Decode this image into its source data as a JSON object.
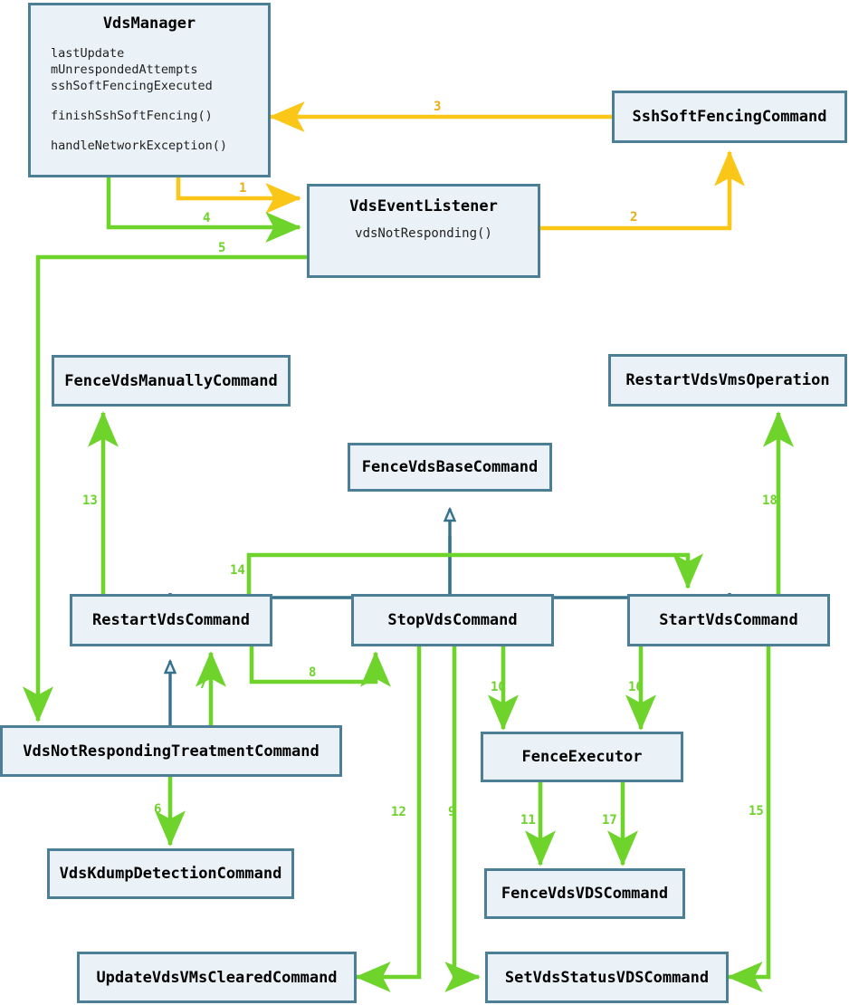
{
  "theme": {
    "box_fill": "#eaf2f7",
    "box_border": "#4c7f96",
    "flow_green": "#6ed32a",
    "flow_orange": "#fac618",
    "inherit_blue": "#36728c",
    "background": "#ffffff"
  },
  "classes": {
    "vds_manager": {
      "title": "VdsManager",
      "fields": [
        "lastUpdate",
        "mUnrespondedAttempts",
        "sshSoftFencingExecuted"
      ],
      "methods": [
        "finishSshSoftFencing()",
        "handleNetworkException()"
      ]
    },
    "vds_event_listener": {
      "title": "VdsEventListener",
      "methods": [
        "vdsNotResponding()"
      ]
    },
    "ssh_soft_fencing_command": {
      "title": "SshSoftFencingCommand"
    },
    "fence_vds_manually_command": {
      "title": "FenceVdsManuallyCommand"
    },
    "restart_vds_vms_operation": {
      "title": "RestartVdsVmsOperation"
    },
    "fence_vds_base_command": {
      "title": "FenceVdsBaseCommand"
    },
    "restart_vds_command": {
      "title": "RestartVdsCommand"
    },
    "stop_vds_command": {
      "title": "StopVdsCommand"
    },
    "start_vds_command": {
      "title": "StartVdsCommand"
    },
    "vds_not_responding_treatment_command": {
      "title": "VdsNotRespondingTreatmentCommand"
    },
    "fence_executor": {
      "title": "FenceExecutor"
    },
    "vds_kdump_detection_command": {
      "title": "VdsKdumpDetectionCommand"
    },
    "fence_vds_vds_command": {
      "title": "FenceVdsVDSCommand"
    },
    "update_vds_vms_cleared_command": {
      "title": "UpdateVdsVMsClearedCommand"
    },
    "set_vds_status_vds_command": {
      "title": "SetVdsStatusVDSCommand"
    }
  },
  "edges": [
    {
      "id": "1",
      "label": "1",
      "color": "orange",
      "from": "vds_manager",
      "to": "vds_event_listener"
    },
    {
      "id": "2",
      "label": "2",
      "color": "orange",
      "from": "vds_event_listener",
      "to": "ssh_soft_fencing_command"
    },
    {
      "id": "3",
      "label": "3",
      "color": "orange",
      "from": "ssh_soft_fencing_command",
      "to": "vds_manager"
    },
    {
      "id": "4",
      "label": "4",
      "color": "green",
      "from": "vds_manager",
      "to": "vds_event_listener"
    },
    {
      "id": "5",
      "label": "5",
      "color": "green",
      "from": "vds_event_listener",
      "to": "vds_not_responding_treatment_command"
    },
    {
      "id": "6",
      "label": "6",
      "color": "green",
      "from": "vds_not_responding_treatment_command",
      "to": "vds_kdump_detection_command"
    },
    {
      "id": "7",
      "label": "7",
      "color": "green",
      "from": "vds_not_responding_treatment_command",
      "to": "restart_vds_command"
    },
    {
      "id": "8",
      "label": "8",
      "color": "green",
      "from": "restart_vds_command",
      "to": "stop_vds_command"
    },
    {
      "id": "9",
      "label": "9",
      "color": "green",
      "from": "stop_vds_command",
      "to": "set_vds_status_vds_command"
    },
    {
      "id": "10",
      "label": "10",
      "color": "green",
      "from": "stop_vds_command",
      "to": "fence_executor"
    },
    {
      "id": "11",
      "label": "11",
      "color": "green",
      "from": "fence_executor",
      "to": "fence_vds_vds_command"
    },
    {
      "id": "12",
      "label": "12",
      "color": "green",
      "from": "stop_vds_command",
      "to": "update_vds_vms_cleared_command"
    },
    {
      "id": "13",
      "label": "13",
      "color": "green",
      "from": "restart_vds_command",
      "to": "fence_vds_manually_command"
    },
    {
      "id": "14",
      "label": "14",
      "color": "green",
      "from": "restart_vds_command",
      "to": "start_vds_command"
    },
    {
      "id": "15",
      "label": "15",
      "color": "green",
      "from": "start_vds_command",
      "to": "set_vds_status_vds_command"
    },
    {
      "id": "16",
      "label": "16",
      "color": "green",
      "from": "start_vds_command",
      "to": "fence_executor"
    },
    {
      "id": "17",
      "label": "17",
      "color": "green",
      "from": "fence_executor",
      "to": "fence_vds_vds_command"
    },
    {
      "id": "18",
      "label": "18",
      "color": "green",
      "from": "start_vds_command",
      "to": "restart_vds_vms_operation"
    }
  ],
  "inheritance": [
    {
      "child": "restart_vds_command",
      "parent": "fence_vds_base_command"
    },
    {
      "child": "stop_vds_command",
      "parent": "fence_vds_base_command"
    },
    {
      "child": "start_vds_command",
      "parent": "fence_vds_base_command"
    },
    {
      "child": "vds_not_responding_treatment_command",
      "parent": "restart_vds_command"
    }
  ],
  "labels": {
    "e1": "1",
    "e2": "2",
    "e3": "3",
    "e4": "4",
    "e5": "5",
    "e6": "6",
    "e7": "7",
    "e8": "8",
    "e9": "9",
    "e10": "10",
    "e11": "11",
    "e12": "12",
    "e13": "13",
    "e14": "14",
    "e15": "15",
    "e16": "16",
    "e17": "17",
    "e18": "18"
  }
}
